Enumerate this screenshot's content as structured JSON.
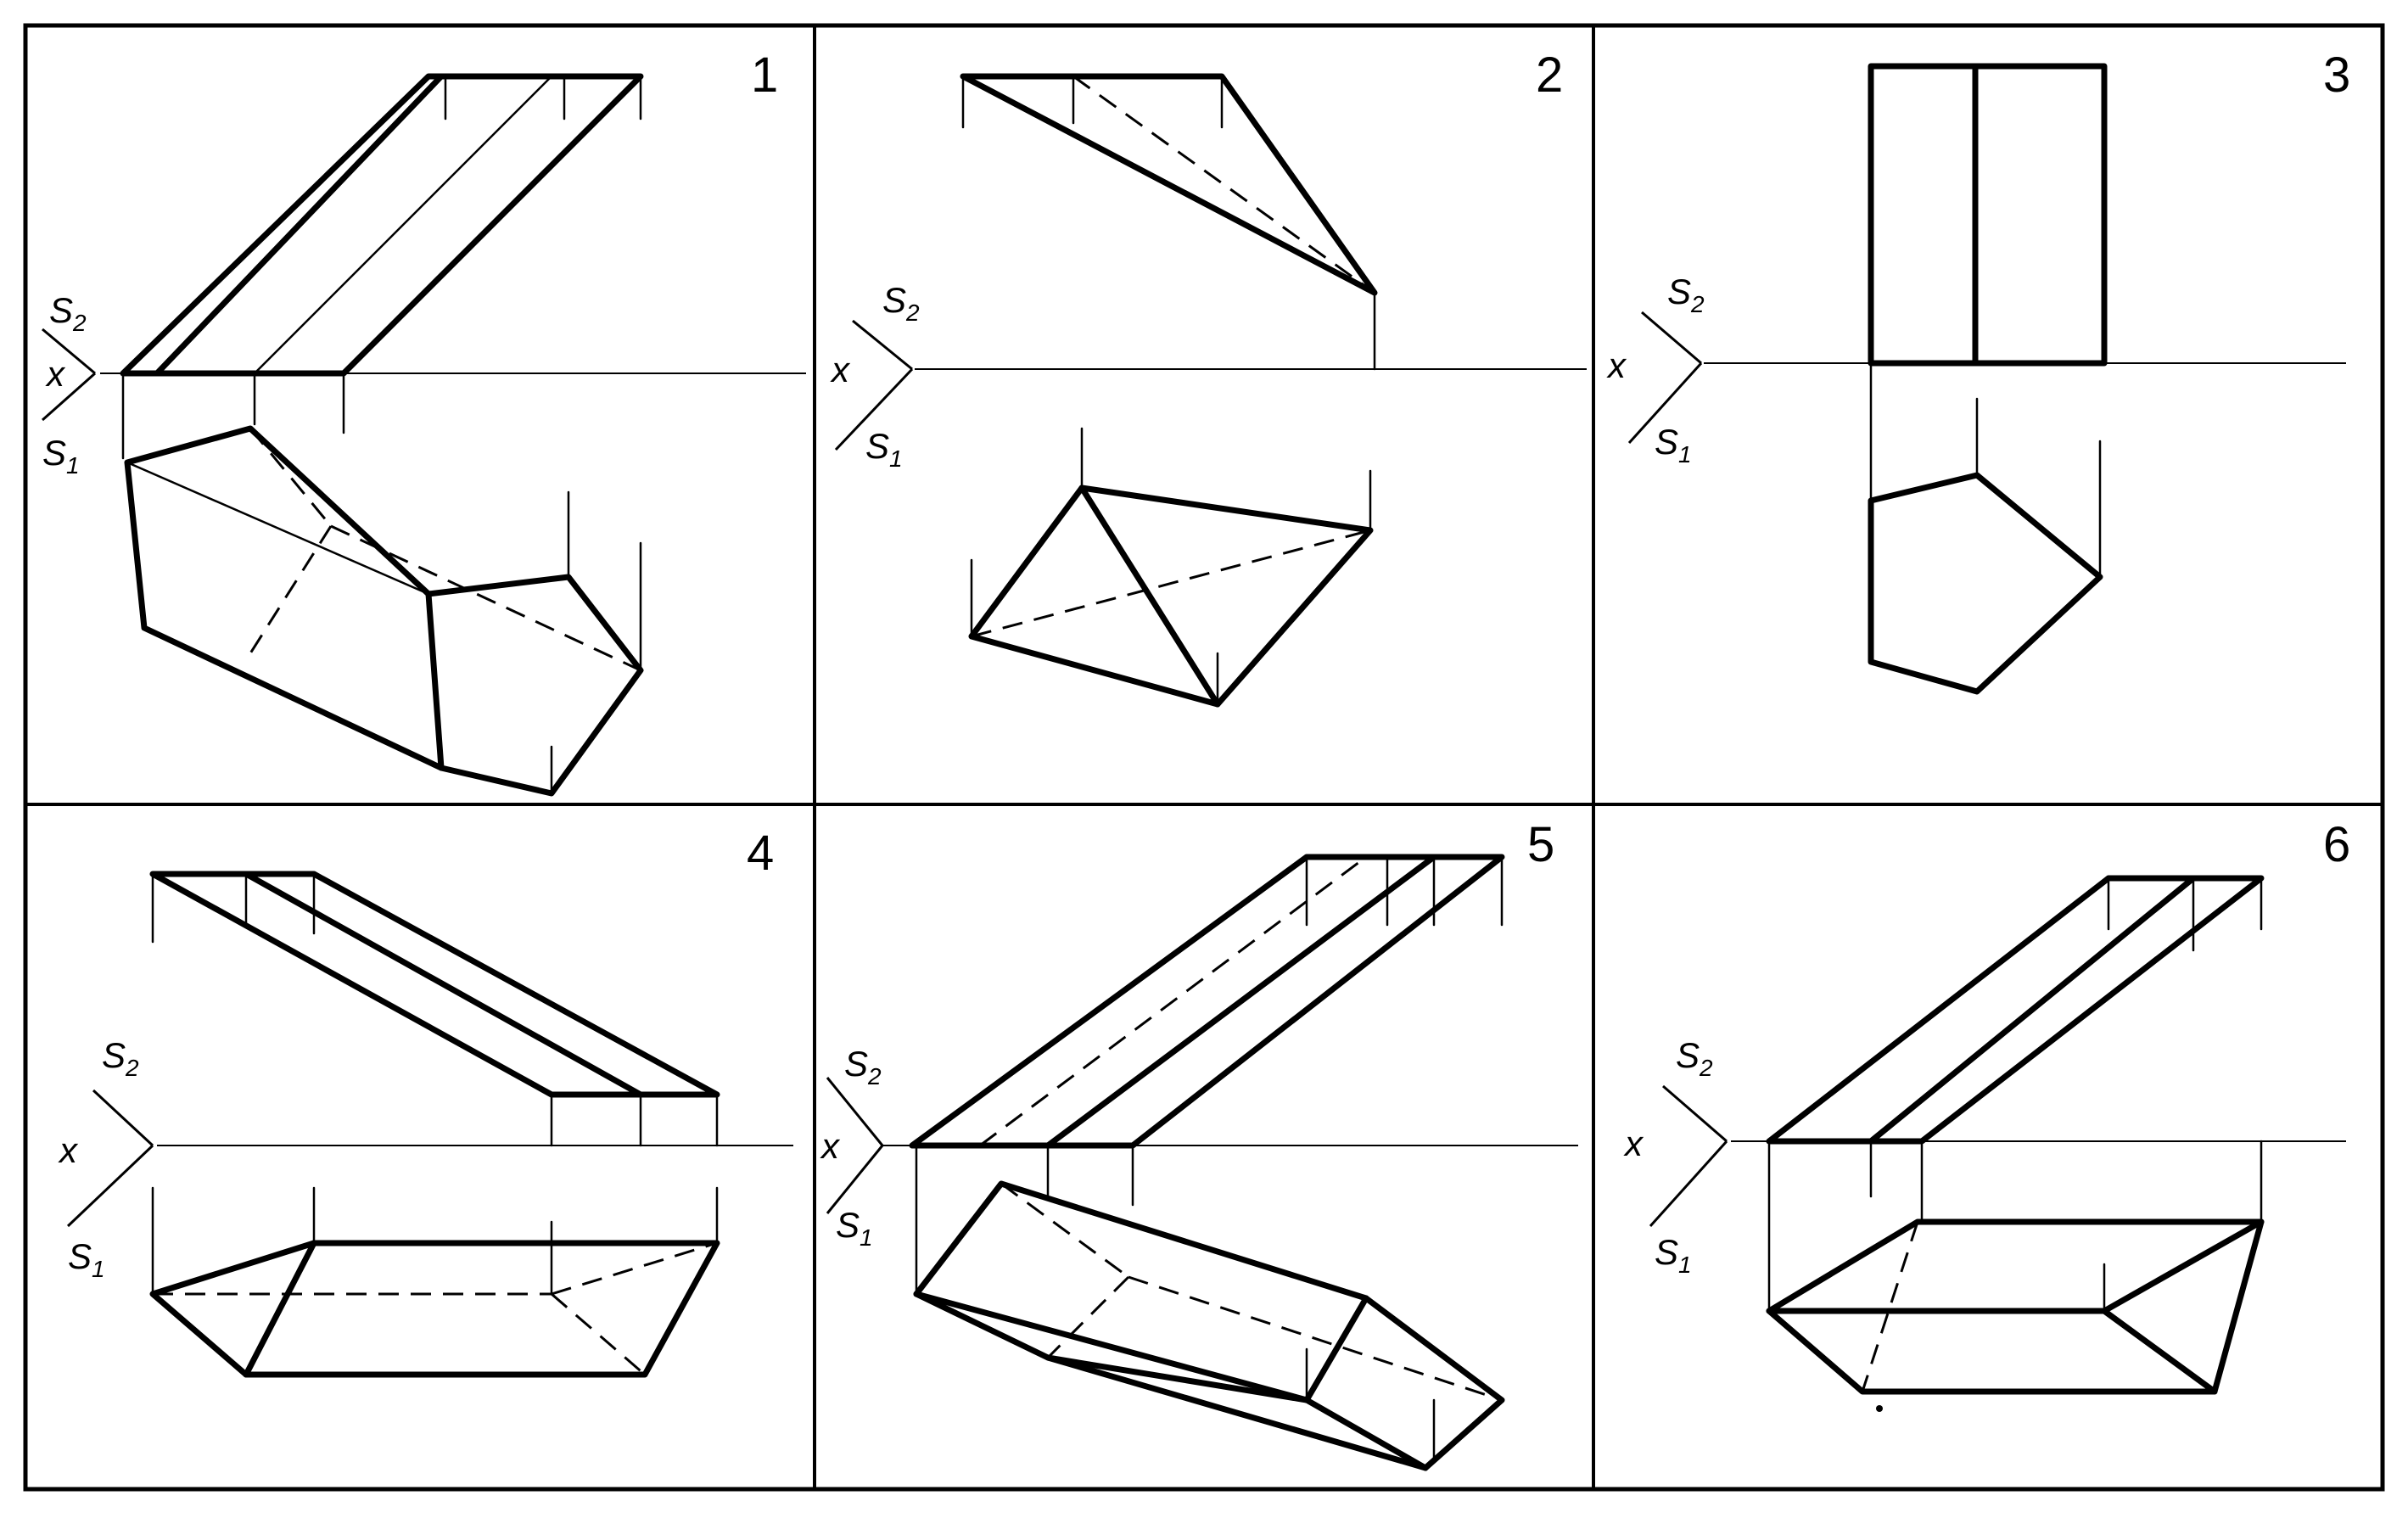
{
  "panels": [
    {
      "number": "1",
      "axis_label": "x",
      "s2": "S",
      "s2_sub": "2",
      "s1": "S",
      "s1_sub": "1"
    },
    {
      "number": "2",
      "axis_label": "x",
      "s2": "S",
      "s2_sub": "2",
      "s1": "S",
      "s1_sub": "1"
    },
    {
      "number": "3",
      "axis_label": "x",
      "s2": "S",
      "s2_sub": "2",
      "s1": "S",
      "s1_sub": "1"
    },
    {
      "number": "4",
      "axis_label": "x",
      "s2": "S",
      "s2_sub": "2",
      "s1": "S",
      "s1_sub": "1"
    },
    {
      "number": "5",
      "axis_label": "x",
      "s2": "S",
      "s2_sub": "2",
      "s1": "S",
      "s1_sub": "1"
    },
    {
      "number": "6",
      "axis_label": "x",
      "s2": "S",
      "s2_sub": "2",
      "s1": "S",
      "s1_sub": "1"
    }
  ],
  "colors": {
    "ink": "#000000",
    "paper": "#ffffff"
  }
}
